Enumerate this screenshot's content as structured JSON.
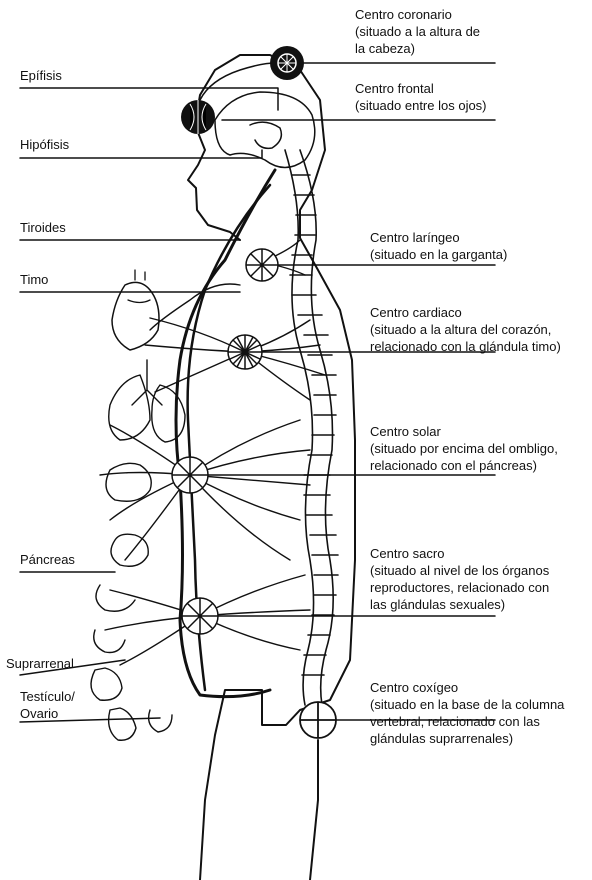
{
  "glands": [
    {
      "id": "epifisis",
      "label": "Epífisis"
    },
    {
      "id": "hipofisis",
      "label": "Hipófisis"
    },
    {
      "id": "tiroides",
      "label": "Tiroides"
    },
    {
      "id": "timo",
      "label": "Timo"
    },
    {
      "id": "pancreas",
      "label": "Páncreas"
    },
    {
      "id": "suprarrenal",
      "label": "Suprarrenal"
    },
    {
      "id": "testiculo",
      "label": "Testículo/",
      "label2": "Ovario"
    }
  ],
  "centers": [
    {
      "id": "coronario",
      "title": "Centro coronario",
      "lines": [
        "(situado a la altura de",
        "la cabeza)"
      ]
    },
    {
      "id": "frontal",
      "title": "Centro frontal",
      "lines": [
        "(situado entre los ojos)"
      ]
    },
    {
      "id": "laringeo",
      "title": "Centro laríngeo",
      "lines": [
        "(situado en la garganta)"
      ]
    },
    {
      "id": "cardiaco",
      "title": "Centro cardiaco",
      "lines": [
        "(situado a la altura del corazón,",
        "relacionado con la glándula timo)"
      ]
    },
    {
      "id": "solar",
      "title": "Centro solar",
      "lines": [
        "(situado por encima del ombligo,",
        "relacionado con el páncreas)"
      ]
    },
    {
      "id": "sacro",
      "title": "Centro sacro",
      "lines": [
        "(situado al nivel de los órganos",
        "reproductores, relacionado con",
        "las glándulas sexuales)"
      ]
    },
    {
      "id": "coxigeo",
      "title": "Centro coxígeo",
      "lines": [
        "(situado en la base de la columna",
        "vertebral, relacionado con las",
        "glándulas suprarrenales)"
      ]
    }
  ]
}
